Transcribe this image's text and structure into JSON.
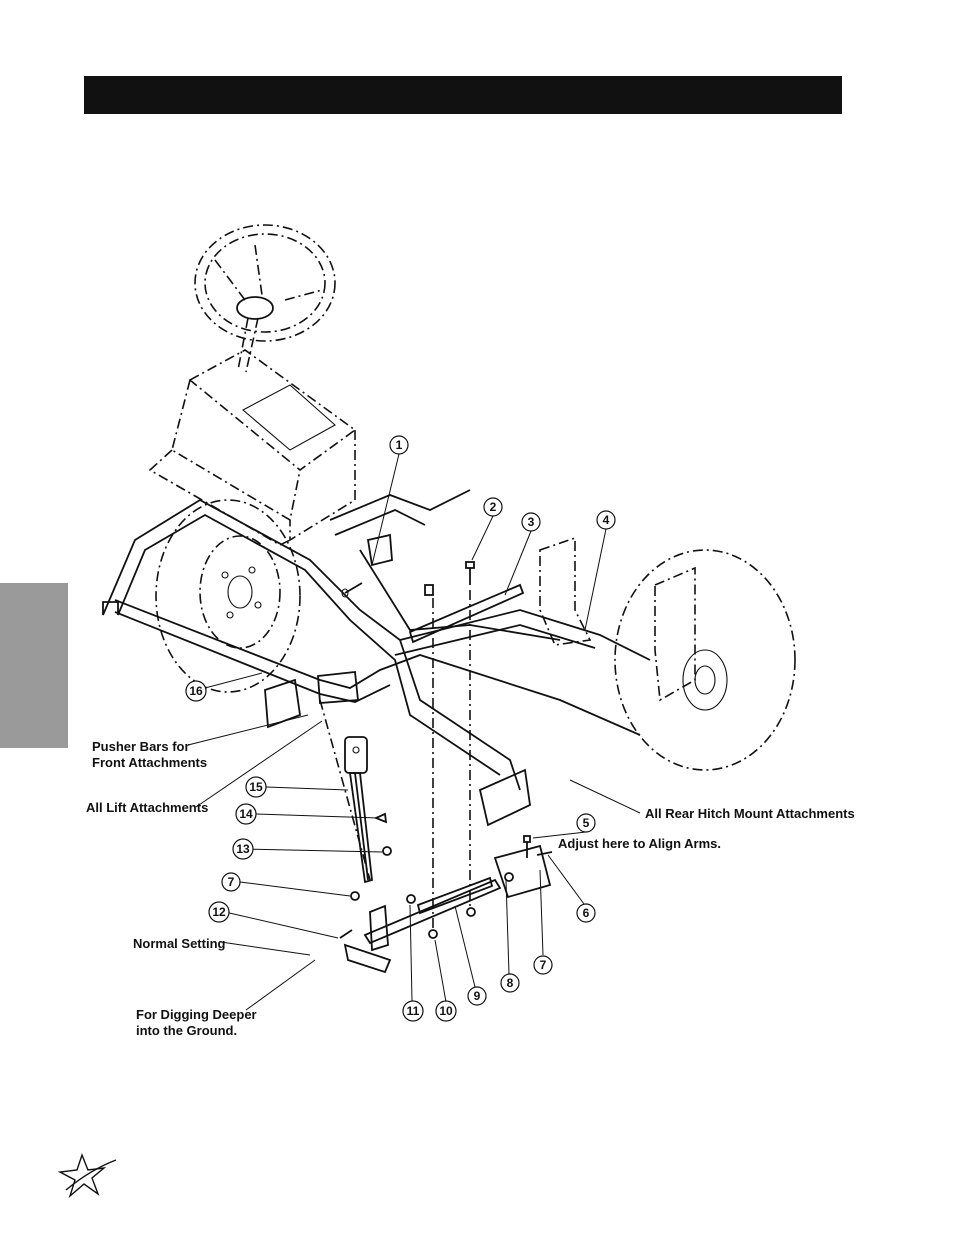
{
  "callouts": [
    {
      "num": "1"
    },
    {
      "num": "2"
    },
    {
      "num": "3"
    },
    {
      "num": "4"
    },
    {
      "num": "5"
    },
    {
      "num": "6"
    },
    {
      "num": "7"
    },
    {
      "num": "7"
    },
    {
      "num": "8"
    },
    {
      "num": "9"
    },
    {
      "num": "10"
    },
    {
      "num": "11"
    },
    {
      "num": "12"
    },
    {
      "num": "13"
    },
    {
      "num": "14"
    },
    {
      "num": "15"
    },
    {
      "num": "16"
    }
  ],
  "labels": {
    "pusher_bars_1": "Pusher Bars for",
    "pusher_bars_2": "Front Attachments",
    "all_lift": "All Lift Attachments",
    "rear_hitch": "All Rear Hitch Mount Attachments",
    "adjust": "Adjust here to Align Arms.",
    "normal_setting": "Normal Setting",
    "digging_1": "For Digging Deeper",
    "digging_2": "into the Ground."
  },
  "colors": {
    "title_bar": "#111111",
    "side_tab": "#9a9a9a",
    "line": "#111111"
  },
  "icons": {
    "logo": "star-swoosh-logo"
  }
}
